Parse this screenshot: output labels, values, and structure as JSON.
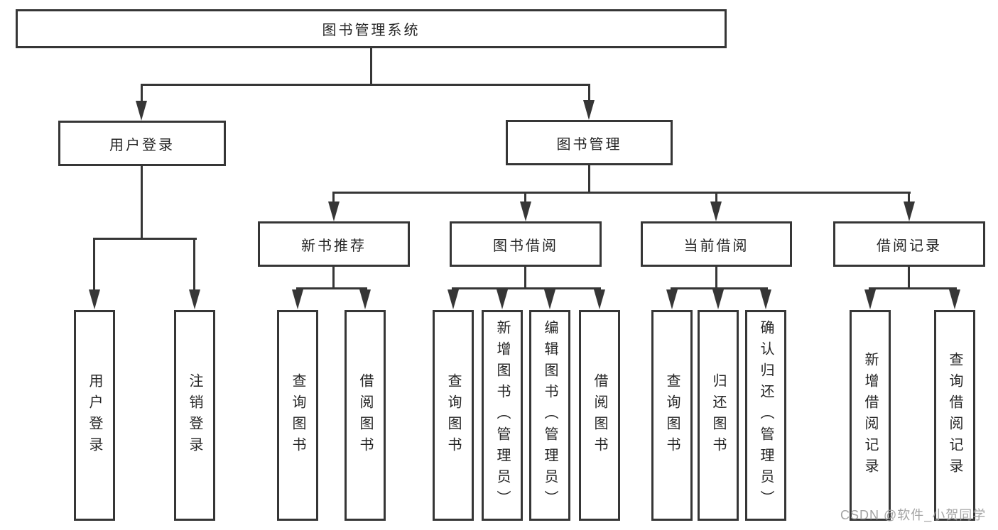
{
  "root": {
    "label": "图书管理系统"
  },
  "login": {
    "label": "用户登录",
    "leaves": [
      {
        "label": "用户登录"
      },
      {
        "label": "注销登录"
      }
    ]
  },
  "management": {
    "label": "图书管理",
    "modules": [
      {
        "label": "新书推荐",
        "leaves": [
          {
            "label": "查询图书"
          },
          {
            "label": "借阅图书"
          }
        ]
      },
      {
        "label": "图书借阅",
        "leaves": [
          {
            "label": "查询图书"
          },
          {
            "label": "新增图书（管理员）"
          },
          {
            "label": "编辑图书（管理员）"
          },
          {
            "label": "借阅图书"
          }
        ]
      },
      {
        "label": "当前借阅",
        "leaves": [
          {
            "label": "查询图书"
          },
          {
            "label": "归还图书"
          },
          {
            "label": "确认归还（管理员）"
          }
        ]
      },
      {
        "label": "借阅记录",
        "leaves": [
          {
            "label": "新增借阅记录"
          },
          {
            "label": "查询借阅记录"
          }
        ]
      }
    ]
  },
  "watermark": {
    "text": "CSDN @软件_小贺同学"
  },
  "colors": {
    "line": "#363636",
    "text": "#262626",
    "watermark": "#9e9e9e",
    "background": "#ffffff"
  }
}
